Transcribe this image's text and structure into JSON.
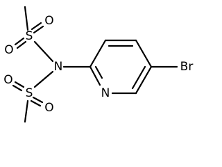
{
  "molecule": {
    "atoms": {
      "S_top": "S",
      "O_top_left": "O",
      "O_top_right": "O",
      "N": "N",
      "S_bottom": "S",
      "O_bottom_left": "O",
      "O_bottom_right": "O",
      "N_ring": "N",
      "Br": "Br"
    }
  },
  "colors": {
    "bond": "#000000",
    "label": "#000000",
    "background": "#ffffff"
  }
}
